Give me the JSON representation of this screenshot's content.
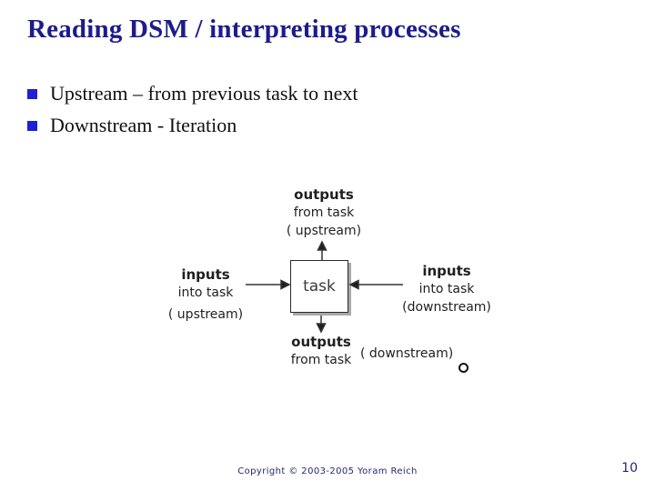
{
  "slide": {
    "title": "Reading DSM / interpreting processes",
    "bullets": [
      "Upstream – from previous task to next",
      "Downstream - Iteration"
    ],
    "footer": {
      "copyright": "Copyright © 2003-2005 Yoram Reich",
      "page_number": "10"
    },
    "colors": {
      "title_navy": "#1c1c8c",
      "bullet_blue": "#1f1fd4",
      "footer_navy": "#27276e",
      "diagram_text": "#1f1f1f",
      "box_shadow_gray": "#a8a8a8",
      "background": "#ffffff"
    }
  },
  "diagram": {
    "task_label": "task",
    "top_label": {
      "line1": "outputs",
      "line2": "from task",
      "line3": "( upstream)"
    },
    "left_label": {
      "line1": "inputs",
      "line2": "into task",
      "line3": "( upstream)"
    },
    "right_label": {
      "line1": "inputs",
      "line2": "into task",
      "line3": "(downstream)"
    },
    "bottom_label": {
      "line1": "outputs",
      "line2": "from task",
      "side": "( downstream)"
    }
  }
}
